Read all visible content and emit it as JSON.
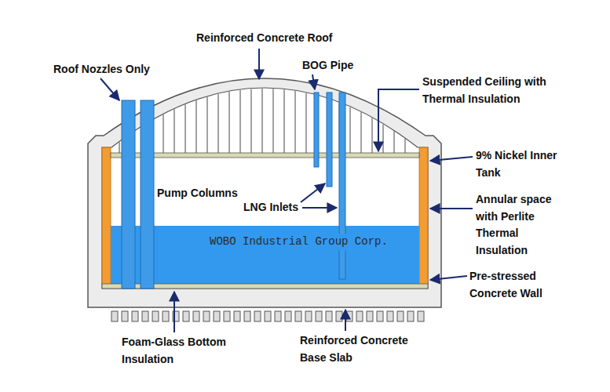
{
  "diagram": {
    "labels": [
      "Roof Nozzles Only",
      "Reinforced Concrete Roof",
      "BOG Pipe",
      "Suspended Ceiling with Thermal Insulation",
      "9% Nickel Inner Tank",
      "Pump Columns",
      "LNG Inlets",
      "Annular space with Perlite Thermal Insulation",
      "WOBO Industrial Group Corp.",
      "Pre-stressed Concrete Wall",
      "Foam-Glass Bottom Insulation",
      "Reinforced Concrete Base Slab"
    ]
  }
}
